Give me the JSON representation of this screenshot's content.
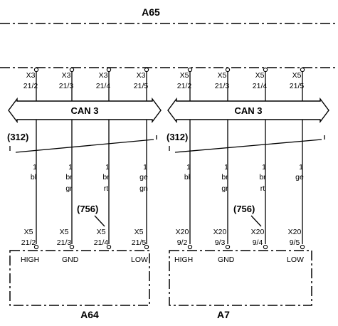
{
  "modules": {
    "top": "A65",
    "bottom_left": "A64",
    "bottom_right": "A7"
  },
  "bus_left": {
    "label": "CAN 3",
    "ref": "(312)",
    "top_connectors": [
      {
        "conn": "X3",
        "pin": "21/2"
      },
      {
        "conn": "X3",
        "pin": "21/3"
      },
      {
        "conn": "X3",
        "pin": "21/4"
      },
      {
        "conn": "X3",
        "pin": "21/5"
      }
    ],
    "wires": [
      {
        "gauge": "1",
        "color1": "bl",
        "color2": ""
      },
      {
        "gauge": "1",
        "color1": "br",
        "color2": "gr"
      },
      {
        "gauge": "1",
        "color1": "br",
        "color2": "rt"
      },
      {
        "gauge": "1",
        "color1": "ge",
        "color2": "gn"
      }
    ],
    "splice_ref": "(756)",
    "bottom_connectors": [
      {
        "conn": "X5",
        "pin": "21/2",
        "signal": "HIGH"
      },
      {
        "conn": "X5",
        "pin": "21/3",
        "signal": "GND"
      },
      {
        "conn": "X5",
        "pin": "21/4",
        "signal": ""
      },
      {
        "conn": "X5",
        "pin": "21/5",
        "signal": "LOW"
      }
    ]
  },
  "bus_right": {
    "label": "CAN 3",
    "ref": "(312)",
    "top_connectors": [
      {
        "conn": "X5",
        "pin": "21/2"
      },
      {
        "conn": "X5",
        "pin": "21/3"
      },
      {
        "conn": "X5",
        "pin": "21/4"
      },
      {
        "conn": "X5",
        "pin": "21/5"
      }
    ],
    "wires": [
      {
        "gauge": "1",
        "color1": "bl",
        "color2": ""
      },
      {
        "gauge": "1",
        "color1": "br",
        "color2": "gr"
      },
      {
        "gauge": "1",
        "color1": "br",
        "color2": "rt"
      },
      {
        "gauge": "1",
        "color1": "ge",
        "color2": ""
      }
    ],
    "splice_ref": "(756)",
    "bottom_connectors": [
      {
        "conn": "X20",
        "pin": "9/2",
        "signal": "HIGH"
      },
      {
        "conn": "X20",
        "pin": "9/3",
        "signal": "GND"
      },
      {
        "conn": "X20",
        "pin": "9/4",
        "signal": ""
      },
      {
        "conn": "X20",
        "pin": "9/5",
        "signal": "LOW"
      }
    ]
  }
}
